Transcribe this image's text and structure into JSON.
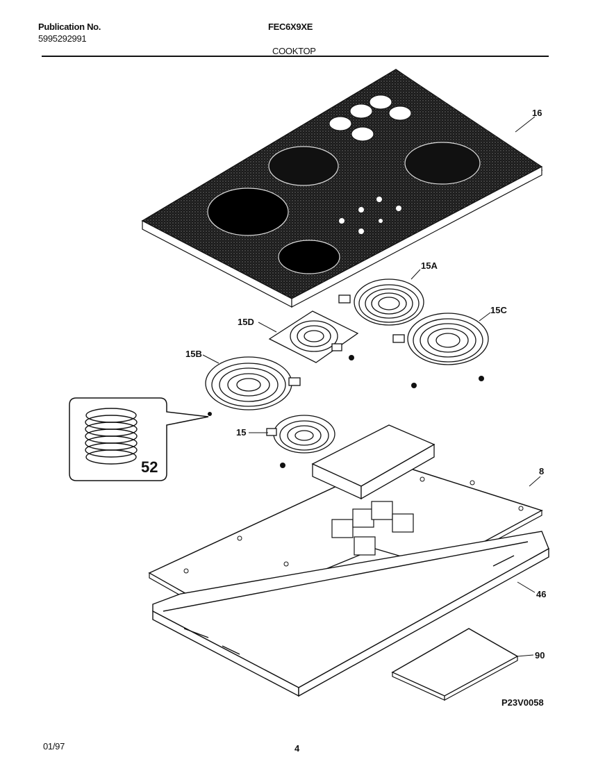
{
  "header": {
    "publication_label": "Publication No.",
    "publication_number": "5995292991",
    "model": "FEC6X9XE",
    "section": "COOKTOP"
  },
  "callouts": {
    "c16": "16",
    "c15A": "15A",
    "c15D": "15D",
    "c15C": "15C",
    "c15B": "15B",
    "c15": "15",
    "c52": "52",
    "c8": "8",
    "c46": "46",
    "c90": "90"
  },
  "drawing_code": "P23V0058",
  "footer": {
    "date": "01/97",
    "page": "4"
  }
}
